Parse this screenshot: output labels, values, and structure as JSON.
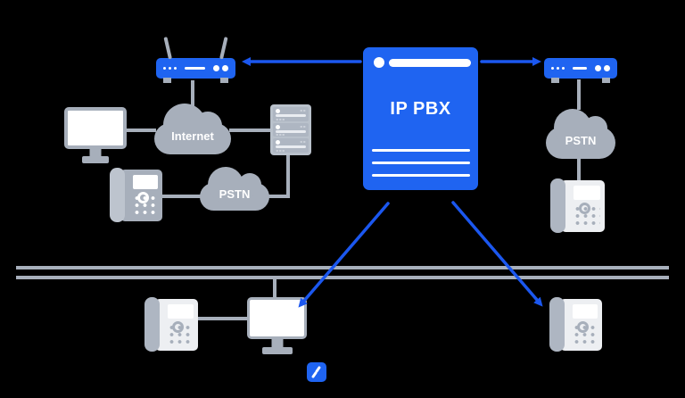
{
  "colors": {
    "accent": "#1f64f1",
    "arrow": "#1b57ef",
    "gray": "#a7afbb",
    "gray-light": "#bdc4ce",
    "server-body": "#b9c1cb",
    "server-unit": "#aeb6c2",
    "server-detail": "#e9ecf1",
    "phone-light": "#edeff2",
    "white": "#ffffff",
    "background": "#000000"
  },
  "pbx": {
    "label": "IP PBX"
  },
  "clouds": {
    "internet": {
      "label": "Internet"
    },
    "pstn_left": {
      "label": "PSTN"
    },
    "pstn_right": {
      "label": "PSTN"
    }
  }
}
